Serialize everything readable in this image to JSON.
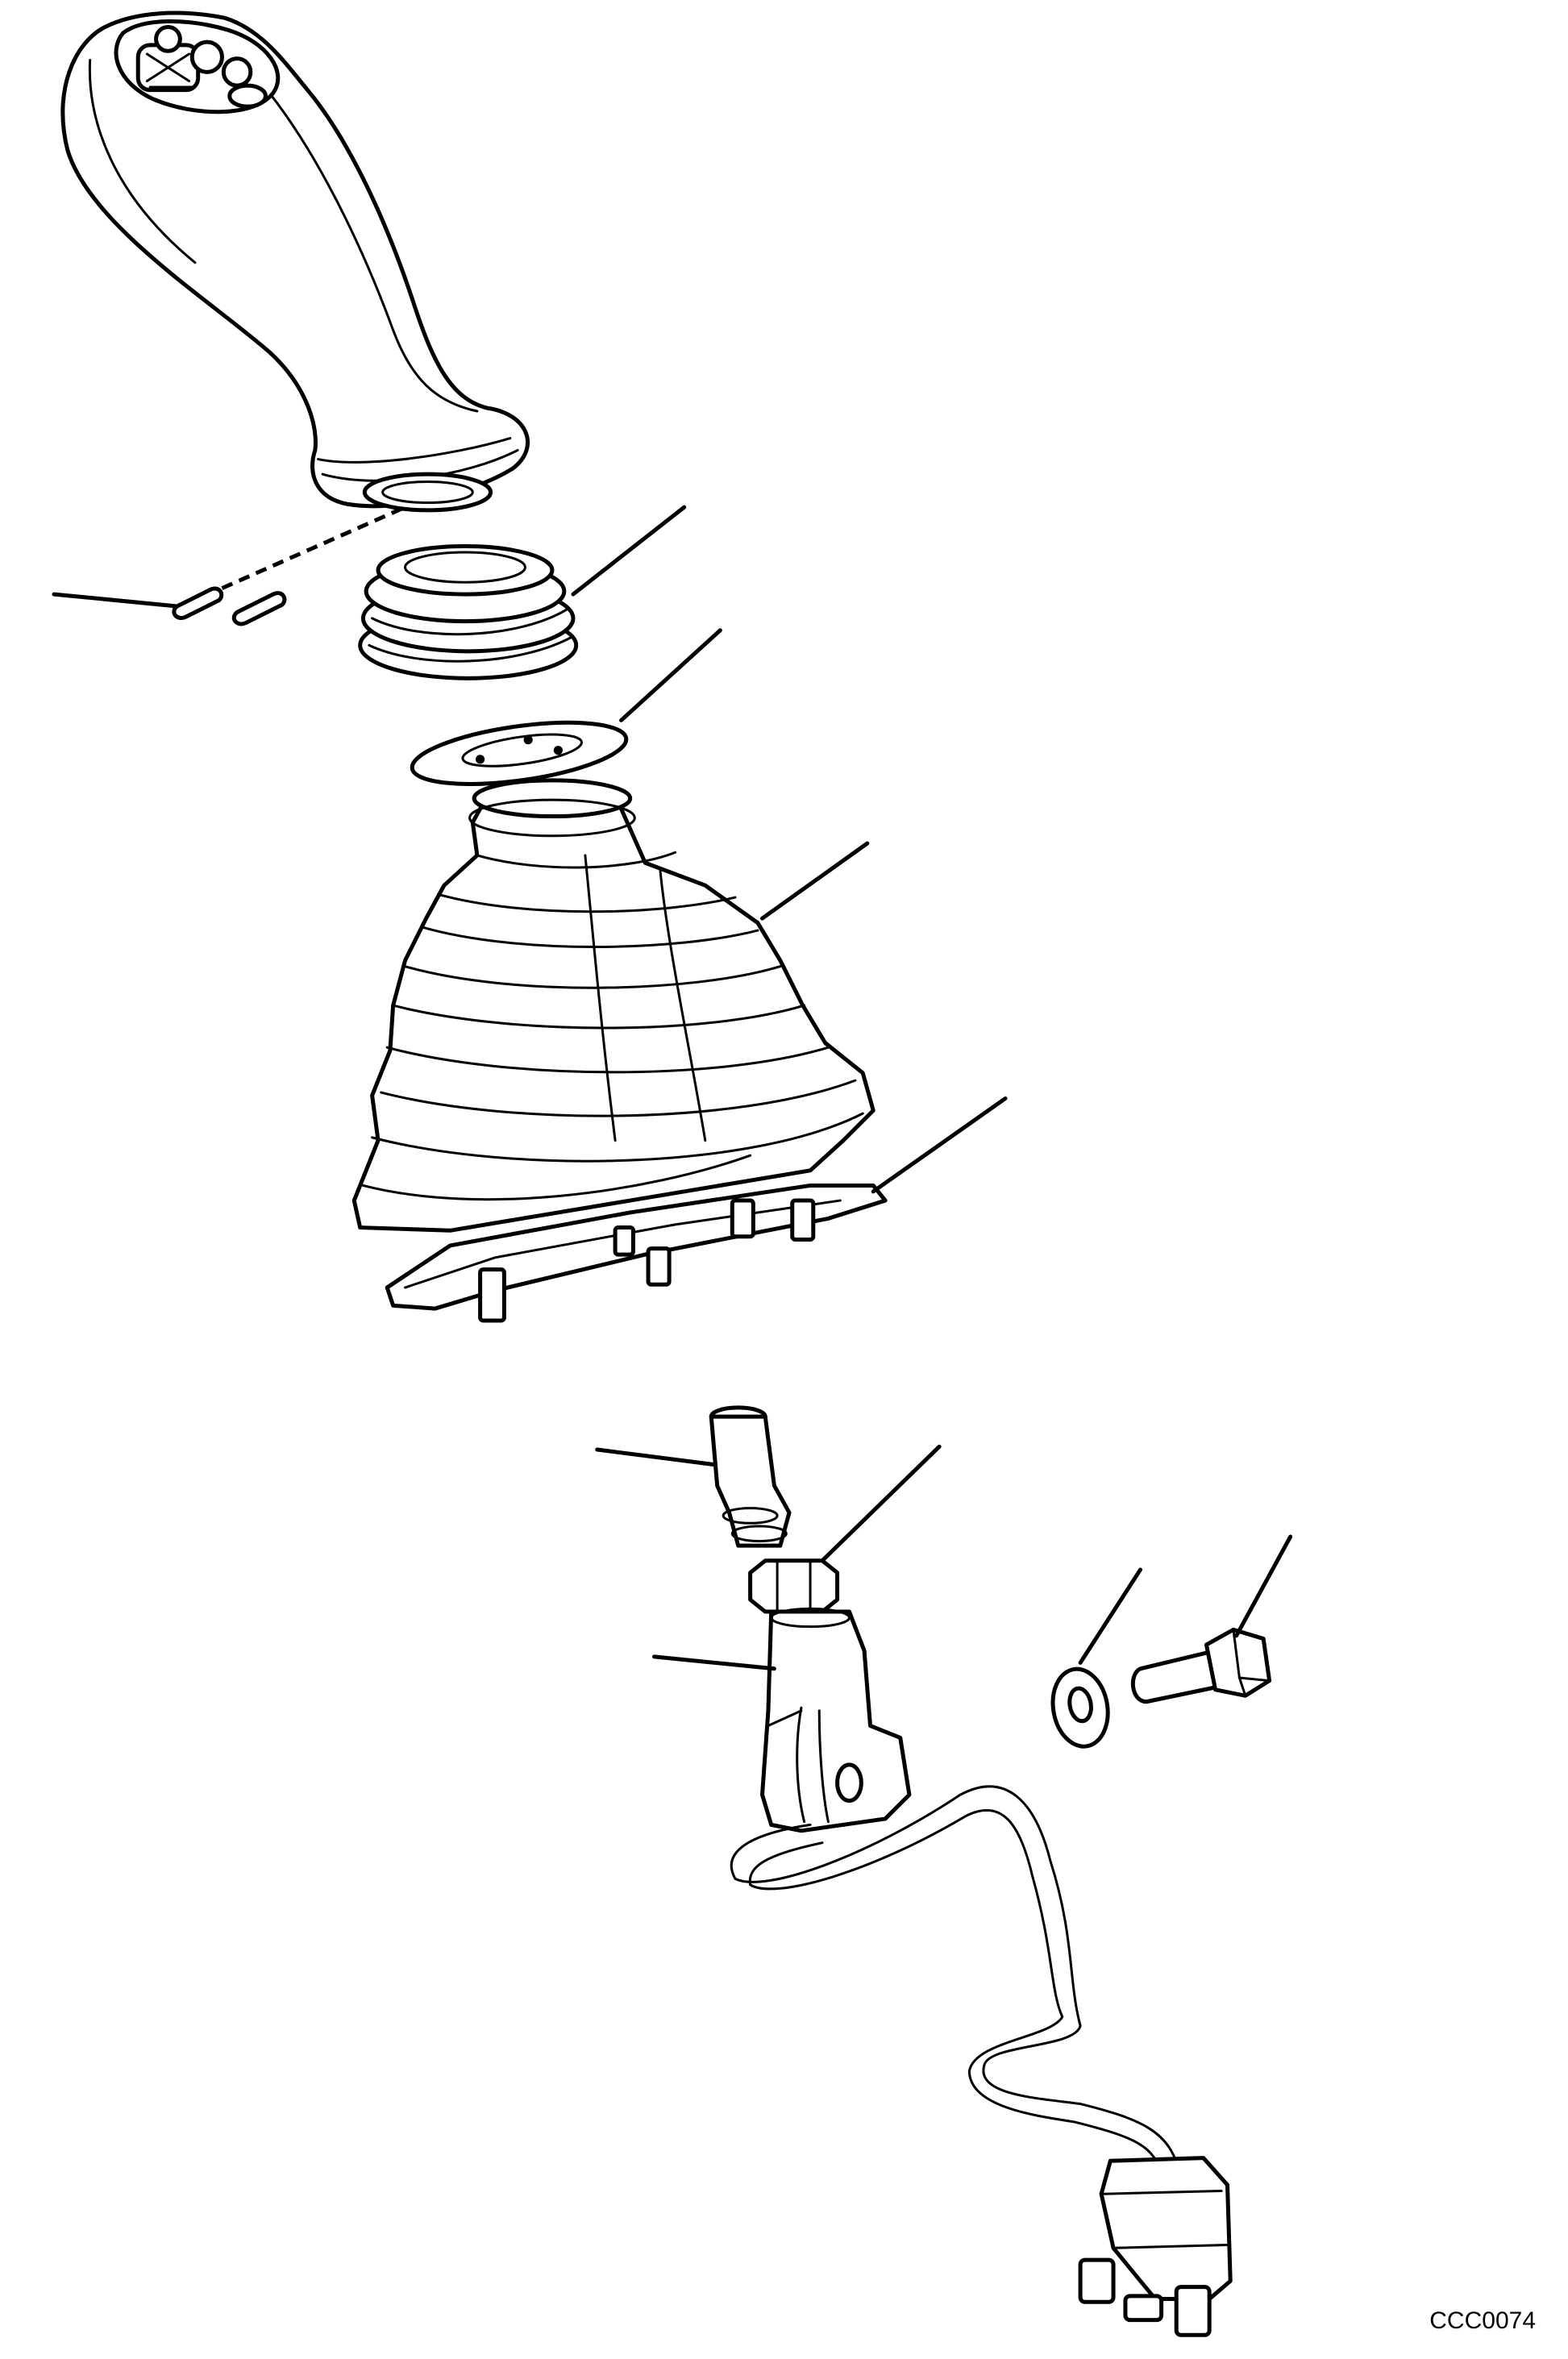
{
  "drawing": {
    "code": "CCC0074",
    "background": "#ffffff",
    "ink": "#000000"
  },
  "parts": [
    {
      "name": "joystick-handle"
    },
    {
      "name": "roll-pins"
    },
    {
      "name": "inner-boot"
    },
    {
      "name": "gasket-ring"
    },
    {
      "name": "outer-bellows-boot"
    },
    {
      "name": "boot-retainer-plate"
    },
    {
      "name": "control-shaft"
    },
    {
      "name": "hex-nut"
    },
    {
      "name": "sensor-housing-with-harness"
    },
    {
      "name": "washer"
    },
    {
      "name": "hex-bolt"
    }
  ]
}
